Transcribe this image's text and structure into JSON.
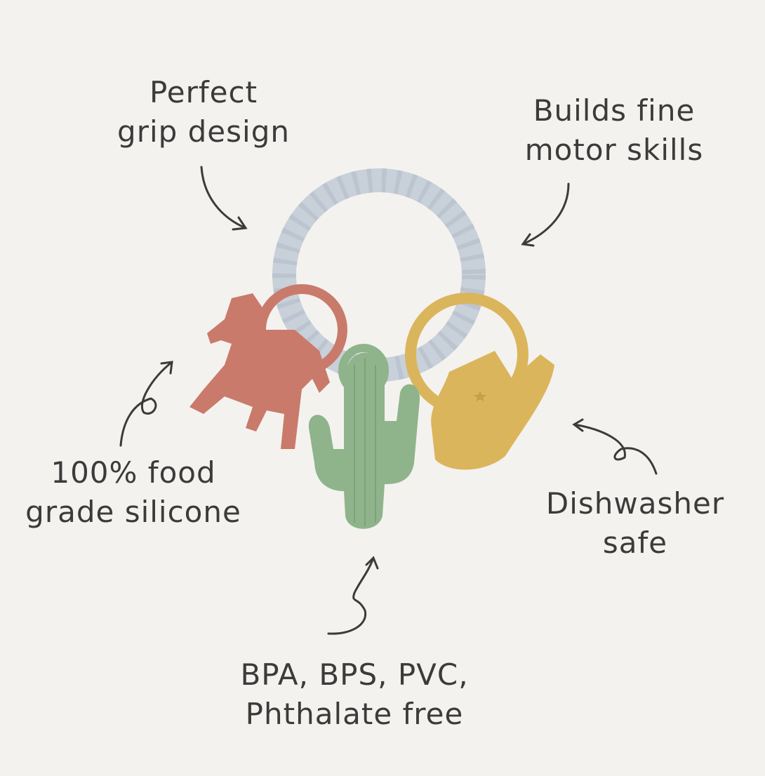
{
  "features": [
    {
      "lines": [
        "Perfect",
        "grip design"
      ]
    },
    {
      "lines": [
        "Builds fine",
        "motor skills"
      ]
    },
    {
      "lines": [
        "100% food",
        "grade silicone"
      ]
    },
    {
      "lines": [
        "Dishwasher",
        "safe"
      ]
    },
    {
      "lines": [
        "BPA, BPS, PVC,",
        "Phthalate free"
      ]
    }
  ],
  "colors": {
    "background": "#f4f2ef",
    "text": "#3b3b3b",
    "ring": "#c8d0d9",
    "horse": "#c97a6b",
    "cactus": "#8fb48b",
    "hat": "#dbb55c"
  }
}
